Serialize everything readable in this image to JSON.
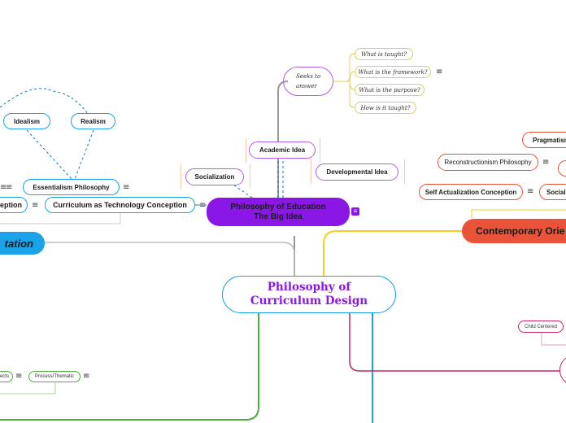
{
  "central": {
    "title": "Philosophy of Curriculum Design"
  },
  "education": {
    "title_line1": "Philosophy of Education",
    "title_line2": "The Big Idea"
  },
  "seeks": {
    "label_line1": "Seeks to",
    "label_line2": "answer",
    "questions": [
      "What is taught?",
      "What is the framework?",
      "What is the purpose?",
      "How is it taught?"
    ]
  },
  "academic": "Academic Idea",
  "socialization": "Socialization",
  "developmental": "Developmental Idea",
  "idealism": "Idealism",
  "realism": "Realism",
  "essentialism": "Essentialism Philosophy",
  "conception_partial": "eption",
  "tech_conception": "Curriculum as Technology Conception",
  "left_branch_partial": "tation",
  "contemporary": "Contemporary Orie",
  "pragmatism": "Pragmatism",
  "reconstructionism": "Reconstructionism Philosophy",
  "self_actualization": "Self Actualization Conception",
  "social_partial": "Social",
  "child_centered": "Child Centered",
  "process_thematic": "Process/Thematic",
  "subjects_partial": "ects",
  "menu_icon": "≡",
  "colors": {
    "purple": "#8a17e6",
    "blue": "#1aa3e8",
    "red": "#e8533a",
    "yellow": "#f0d020",
    "green": "#4caf3d",
    "crimson": "#c8245a",
    "teal": "#1877b8"
  }
}
